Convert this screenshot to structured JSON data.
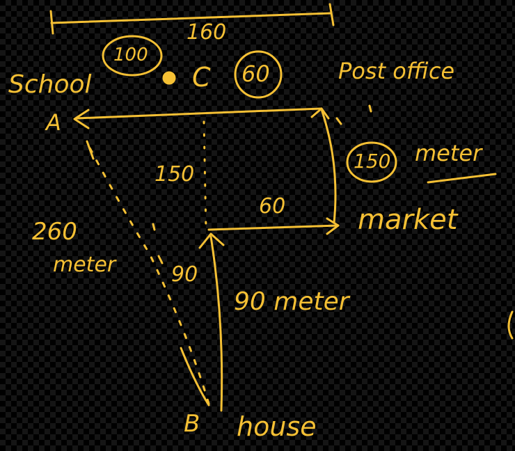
{
  "colors": {
    "ink": "#f5c034",
    "background": "#000000"
  },
  "labels": {
    "top_distance": "160",
    "circle_left": "100",
    "point_c": "C",
    "circle_right": "60",
    "school": "School",
    "point_a": "A",
    "post_office": "Post office",
    "vertical_mid": "150",
    "circle_150": "150",
    "meters_right": "meter",
    "horizontal_mid": "60",
    "market": "market",
    "diagonal_value": "260",
    "diagonal_unit": "meter",
    "short_vertical": "90",
    "long_vertical": "90 meter",
    "point_b": "B",
    "house": "house"
  }
}
